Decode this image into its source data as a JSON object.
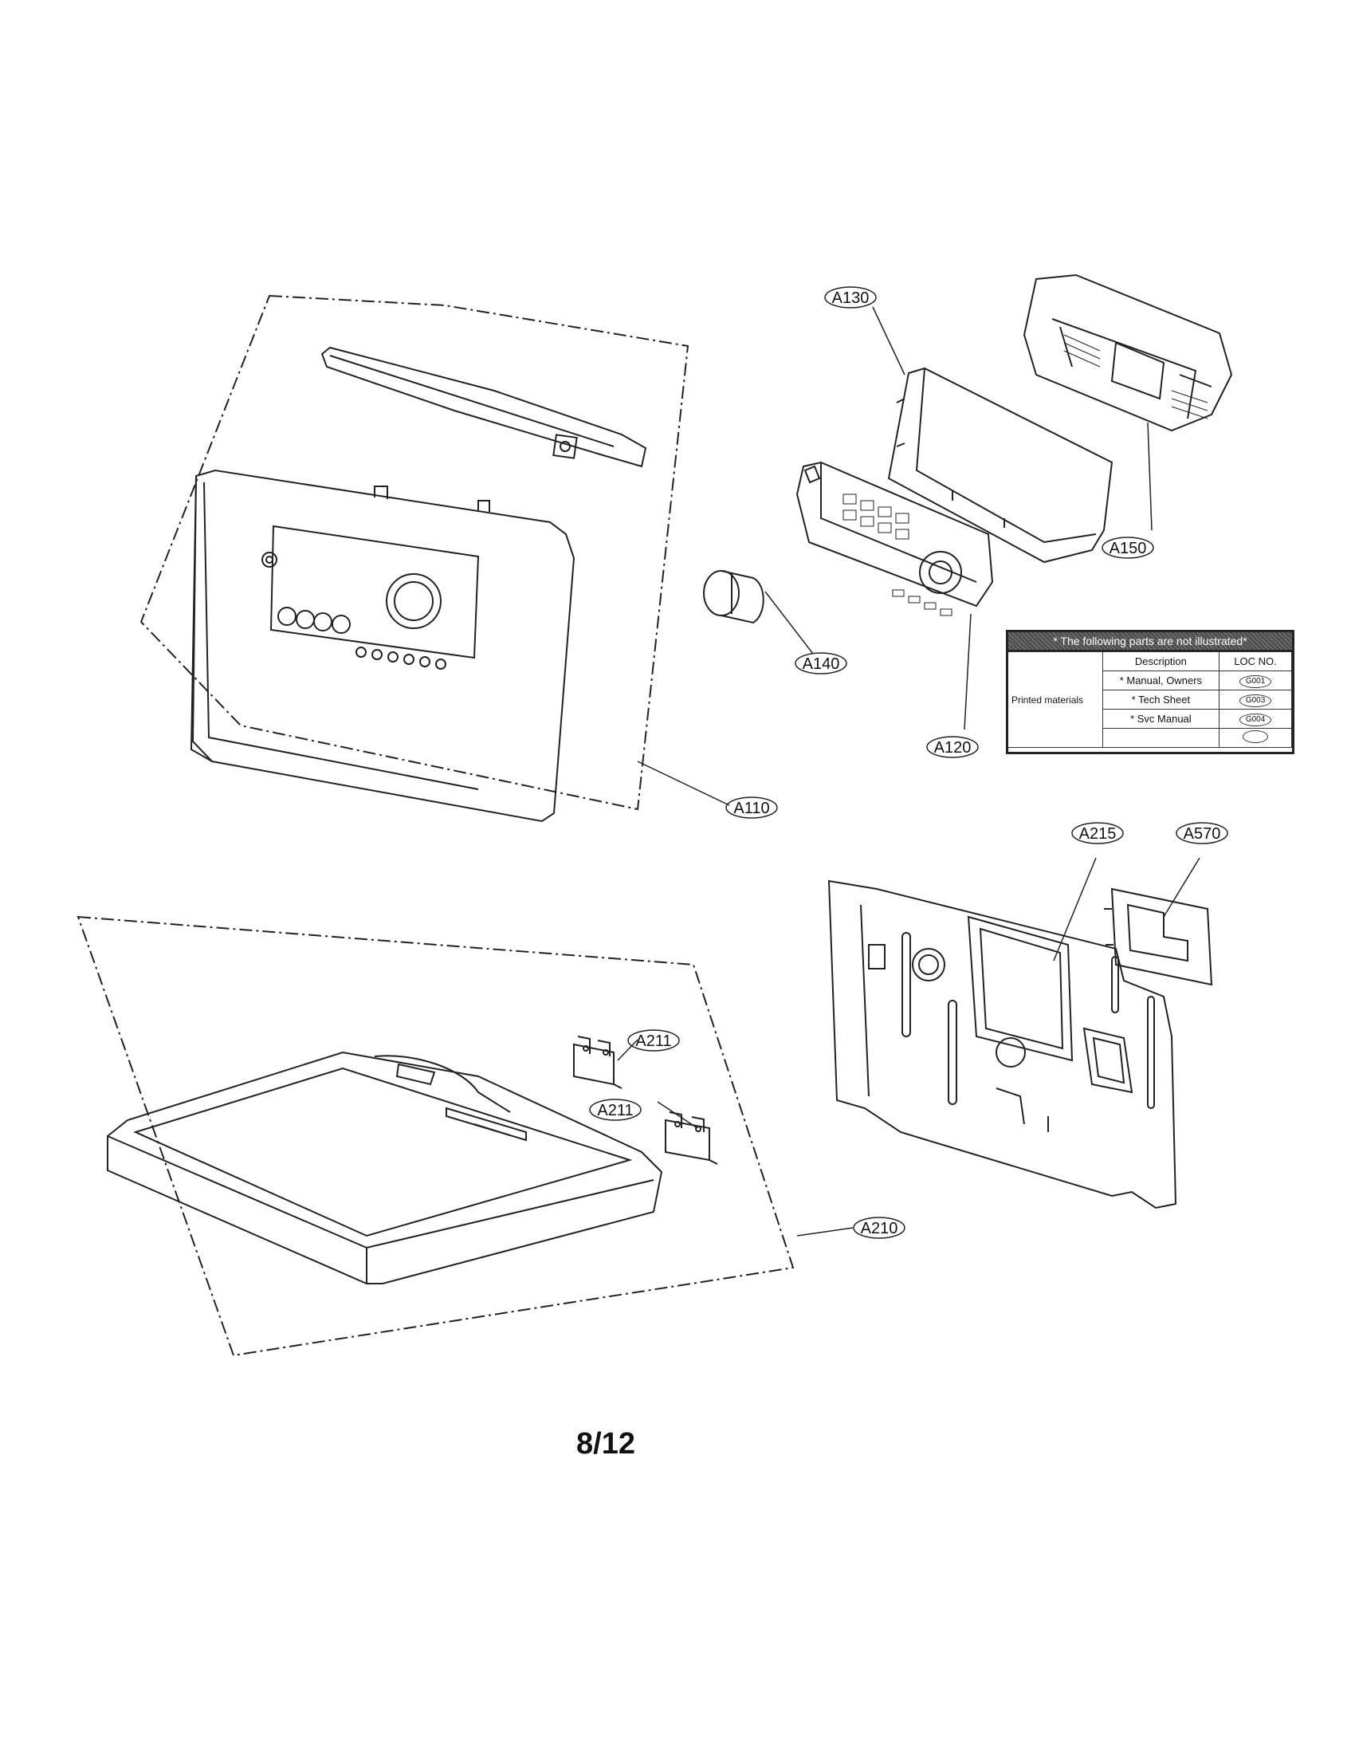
{
  "callouts": {
    "a110": "A110",
    "a120": "A120",
    "a130": "A130",
    "a140": "A140",
    "a150": "A150",
    "a210": "A210",
    "a211_upper": "A211",
    "a211_lower": "A211",
    "a215": "A215",
    "a570": "A570"
  },
  "not_illustrated": {
    "heading": "* The following parts are not illustrated*",
    "col_description": "Description",
    "col_loc": "LOC NO.",
    "category": "Printed materials",
    "rows": [
      {
        "description": "* Manual, Owners",
        "loc": "G001"
      },
      {
        "description": "* Tech Sheet",
        "loc": "G003"
      },
      {
        "description": "* Svc Manual",
        "loc": "G004"
      },
      {
        "description": "",
        "loc": ""
      }
    ]
  },
  "page_number": "8/12"
}
